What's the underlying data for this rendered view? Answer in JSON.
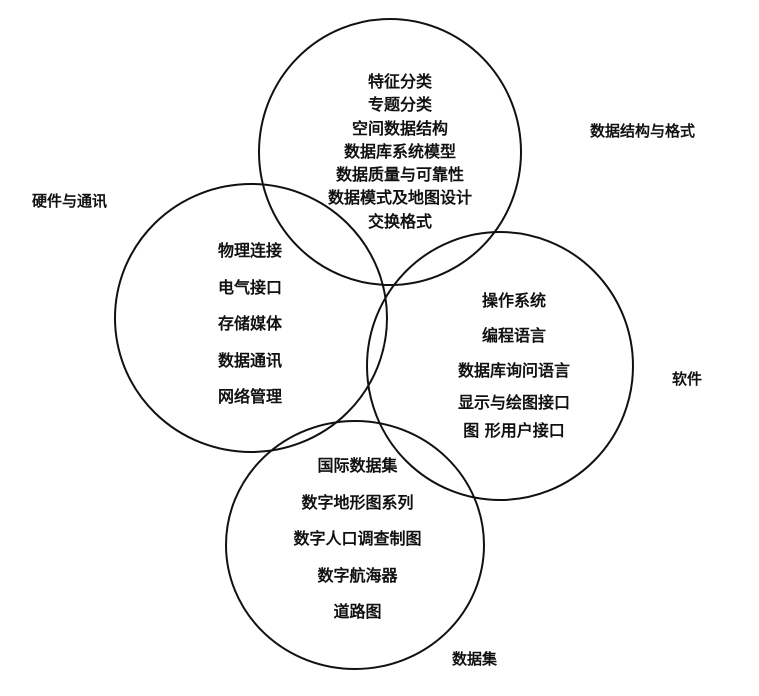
{
  "diagram": {
    "outer_labels": {
      "data_structure": "数据结构与格式",
      "hardware": "硬件与通讯",
      "software": "软件",
      "datasets": "数据集"
    },
    "top_circle": {
      "items": [
        "特征分类",
        "专题分类",
        "空间数据结构",
        "数据库系统模型",
        "数据质量与可靠性",
        "数据模式及地图设计",
        "交换格式"
      ]
    },
    "left_circle": {
      "items": [
        "物理连接",
        "电气接口",
        "存储媒体",
        "数据通讯",
        "网络管理"
      ]
    },
    "right_circle": {
      "items": [
        "操作系统",
        "编程语言",
        "数据库询问语言",
        "显示与绘图接口",
        "图 形用户接口"
      ]
    },
    "bottom_circle": {
      "items": [
        "国际数据集",
        "数字地形图系列",
        "数字人口调查制图",
        "数字航海器",
        "道路图"
      ]
    }
  }
}
